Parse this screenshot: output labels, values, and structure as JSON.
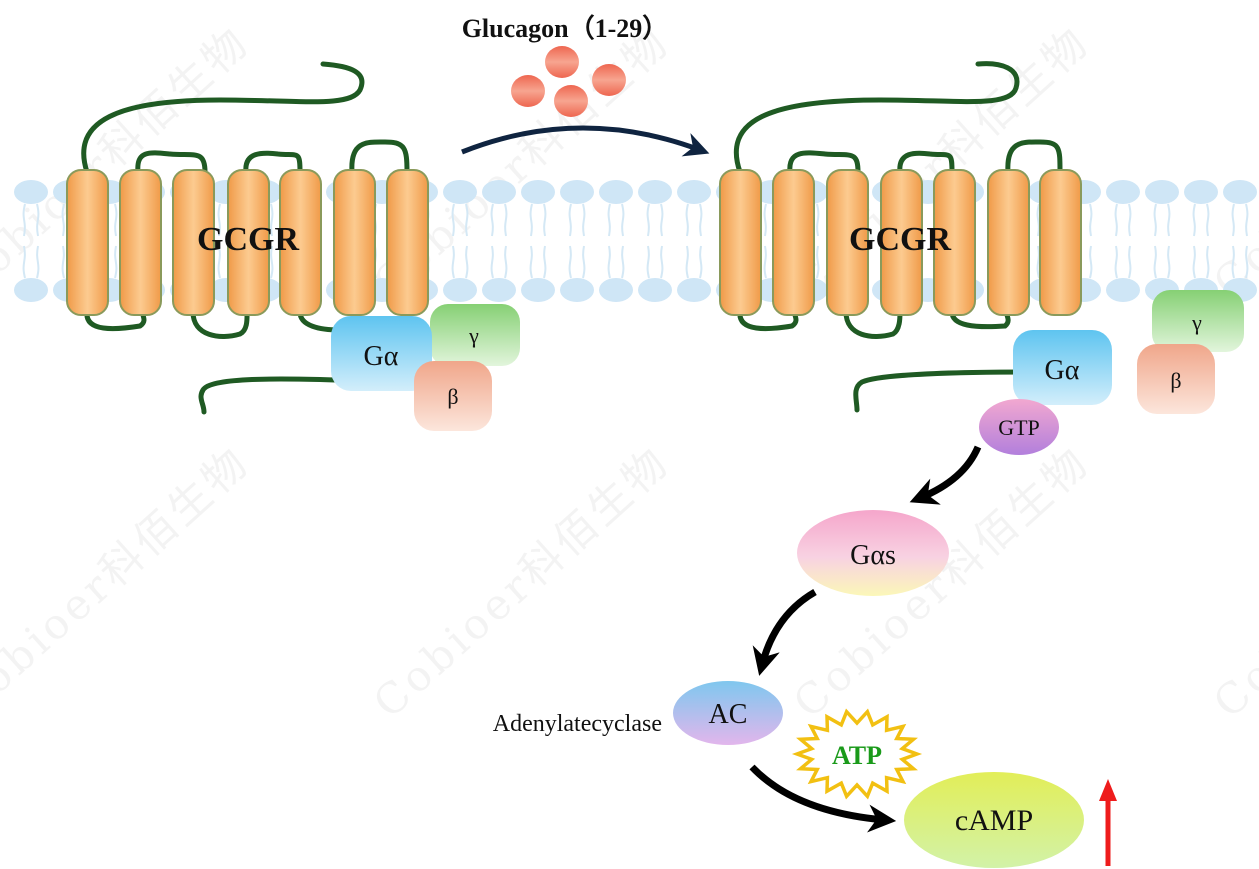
{
  "title": "Glucagon（1-29）",
  "receptor_left": {
    "label": "GCGR"
  },
  "receptor_right": {
    "label": "GCGR"
  },
  "g_protein_left": {
    "alpha": "Gα",
    "beta": "β",
    "gamma": "γ"
  },
  "g_protein_right": {
    "alpha": "Gα",
    "beta": "β",
    "gamma": "γ"
  },
  "pathway": {
    "gtp": "GTP",
    "gas": "Gαs",
    "ac": "AC",
    "ac_full_name": "Adenylatecyclase",
    "atp": "ATP",
    "camp": "cAMP"
  },
  "watermark": "Cobioer科佰生物",
  "colors": {
    "helix": "#F5B169",
    "helix_border": "#8A9A5B",
    "loop": "#1F5A23",
    "lipid": "#CFE6F6",
    "glucagon": "#EE7760",
    "alpha": "#6CC6EE",
    "beta": "#F2B59C",
    "gamma": "#8FD37F",
    "gtp": "#D37FD8",
    "gas": "#F6B4CC",
    "ac": "#9FC9EE",
    "atp_fill": "#FFFFFF",
    "atp_border": "#F2C012",
    "atp_text": "#1A9A1A",
    "camp": "#D4EE60",
    "up_arrow": "#EE1C1C",
    "arrow": "#000000",
    "bind_arrow": "#0F2440"
  }
}
